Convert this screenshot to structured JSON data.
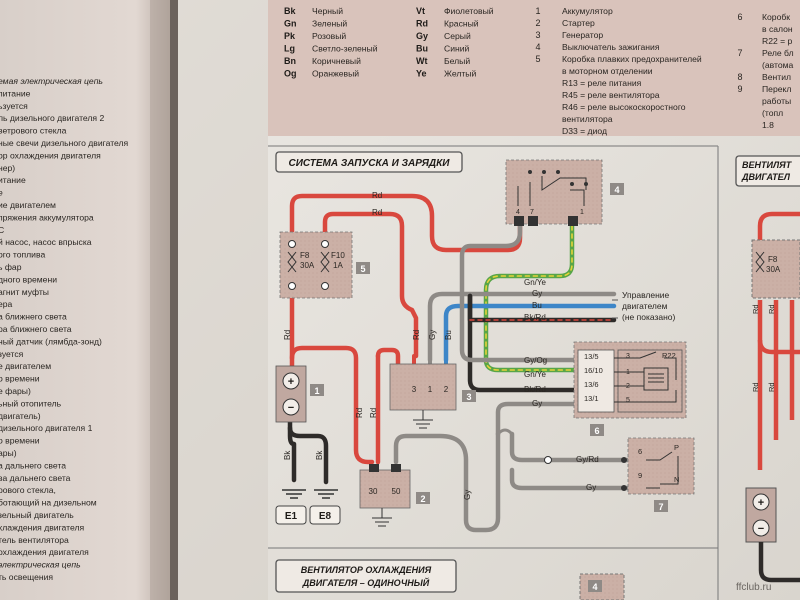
{
  "left_page": {
    "lines": [
      "емая электрическая цепь",
      "питание",
      "ьзуется",
      "ль дизельного двигателя 2",
      "ветрового стекла",
      "ные свечи дизельного двигателя",
      "ор охлаждения двигателя",
      "нер)",
      "итание",
      "е",
      "ие двигателем",
      "пряжения аккумулятора",
      "С",
      "й насос, насос впрыска",
      "ого топлива",
      "ь фар",
      "дного времени",
      "агнит муфты",
      "ера",
      "а ближнего света",
      "ра ближнего света",
      "ный датчик (лямбда-зонд)",
      "зуется",
      "е двигателем",
      "о времени",
      "е фары)",
      "ьный отопитель",
      "двигатель)",
      "дизельного двигателя 1",
      "о времени",
      "ары)",
      "а дальнего света",
      "ва дальнего света",
      "рового стекла,",
      "ботающий на дизельном",
      "зельный двигатель",
      "хлаждения двигателя",
      "тель вентилятора",
      "охлаждения двигателя",
      "электрическая цепь",
      "ть освещения"
    ]
  },
  "legend": {
    "colors": [
      {
        "code": "Bk",
        "name": "Черный"
      },
      {
        "code": "Gn",
        "name": "Зеленый"
      },
      {
        "code": "Pk",
        "name": "Розовый"
      },
      {
        "code": "Lg",
        "name": "Светло-зеленый"
      },
      {
        "code": "Bn",
        "name": "Коричневый"
      },
      {
        "code": "Og",
        "name": "Оранжевый"
      },
      {
        "code": "Vt",
        "name": "Фиолетовый"
      },
      {
        "code": "Rd",
        "name": "Красный"
      },
      {
        "code": "Gy",
        "name": "Серый"
      },
      {
        "code": "Bu",
        "name": "Синий"
      },
      {
        "code": "Wt",
        "name": "Белый"
      },
      {
        "code": "Ye",
        "name": "Желтый"
      }
    ],
    "components": [
      {
        "num": "1",
        "text": "Аккумулятор"
      },
      {
        "num": "2",
        "text": "Стартер"
      },
      {
        "num": "3",
        "text": "Генератор"
      },
      {
        "num": "4",
        "text": "Выключатель зажигания"
      },
      {
        "num": "5",
        "text": "Коробка плавких предохранителей"
      },
      {
        "num": "",
        "text": "в моторном отделении"
      },
      {
        "num": "",
        "text": "R13 = реле питания"
      },
      {
        "num": "",
        "text": "R45 = реле вентилятора"
      },
      {
        "num": "",
        "text": "R46 = реле высокоскоростного"
      },
      {
        "num": "",
        "text": "вентилятора"
      },
      {
        "num": "",
        "text": "D33 = диод"
      }
    ],
    "right_components": [
      {
        "num": "6",
        "text": "Коробк"
      },
      {
        "num": "",
        "text": "в салон"
      },
      {
        "num": "",
        "text": "R22 = р"
      },
      {
        "num": "7",
        "text": "Реле бл"
      },
      {
        "num": "",
        "text": "(автома"
      },
      {
        "num": "8",
        "text": "Вентил"
      },
      {
        "num": "9",
        "text": "Перекл"
      },
      {
        "num": "",
        "text": "работы"
      },
      {
        "num": "",
        "text": "(топл"
      },
      {
        "num": "",
        "text": "1.8"
      }
    ]
  },
  "diagram": {
    "title": "СИСТЕМА ЗАПУСКА И ЗАРЯДКИ",
    "wire_labels": {
      "rd_top1": "Rd",
      "rd_top2": "Rd",
      "rd_left": "Rd",
      "rd_gen": "Rd",
      "gy_gen": "Gy",
      "bu_gen": "Bu",
      "rd_start1": "Rd",
      "rd_start2": "Rd",
      "gn_ye": "Gn/Ye",
      "gy": "Gy",
      "bu": "Bu",
      "bk_rd": "Bk/Rd",
      "gy_og": "Gy/Og",
      "gn_ye2": "Gn/Ye",
      "bk_rd2": "Bk/Rd",
      "gy2": "Gy",
      "gy_rd": "Gy/Rd",
      "gy3": "Gy",
      "gy_vert": "Gy",
      "bk1": "Bk",
      "bk2": "Bk"
    },
    "control_note_1": "Управление",
    "control_note_2": "двигателем",
    "control_note_3": "(не показано)",
    "fuse_f8": "F8",
    "fuse_f8_a": "30A",
    "fuse_f10": "F10",
    "fuse_f10_a": "1A",
    "comp_labels": {
      "c1": "1",
      "c2": "2",
      "c3": "3",
      "c4": "4",
      "c5": "5",
      "c6": "6",
      "c7": "7"
    },
    "starter_pins": {
      "p30": "30",
      "p50": "50"
    },
    "gen_pins": {
      "p3": "3",
      "p1": "1",
      "p2": "2"
    },
    "switch_pins": {
      "p4": "4",
      "p7": "7",
      "p1": "1"
    },
    "relay6_pins": {
      "a": "13/5",
      "b": "16/10",
      "c": "13/6",
      "d": "13/1",
      "r22": "R22",
      "n3": "3",
      "n1": "1",
      "n2": "2",
      "n5": "5"
    },
    "relay7_pins": {
      "n6": "6",
      "n9": "9",
      "p": "P",
      "n": "N"
    },
    "battery_plus": "+",
    "battery_minus": "−",
    "ground_labels": {
      "e1": "E1",
      "e8": "E8"
    },
    "title2_line1": "ВЕНТИЛЯТОР ОХЛАЖДЕНИЯ",
    "title2_line2": "ДВИГАТЕЛЯ – ОДИНОЧНЫЙ",
    "comp4b": "4"
  },
  "right_diagram": {
    "title_line1": "ВЕНТИЛЯТ",
    "title_line2": "ДВИГАТЕЛ",
    "f8": "F8",
    "f8a": "30A",
    "rd_labels": [
      "Rd",
      "Rd",
      "Rd",
      "Rd"
    ],
    "plus": "+",
    "minus": "−"
  },
  "watermark": "ffclub.ru",
  "colors": {
    "wire_red": "#d9483e",
    "wire_gray": "#8e8a86",
    "wire_blue": "#3d86c8",
    "wire_green": "#58a548",
    "wire_black": "#2e2b29",
    "legend_bg": "#d9c3bb",
    "box_bg": "#cbb0a6",
    "page_bg": "#e7e3dd"
  }
}
